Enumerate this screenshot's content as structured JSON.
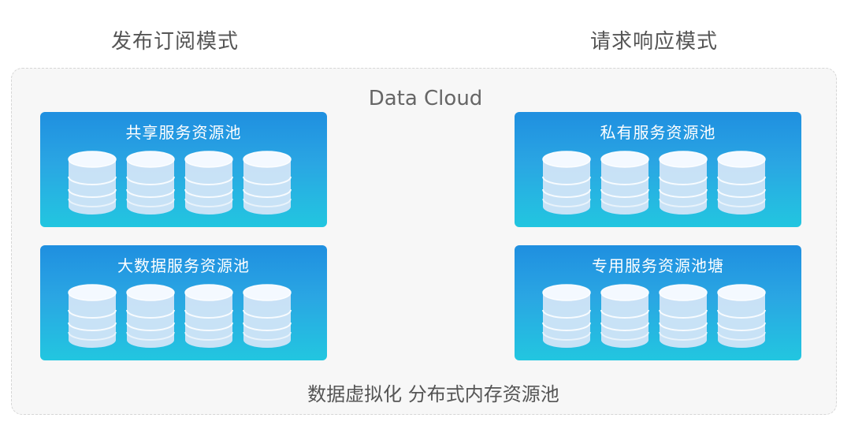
{
  "modes": {
    "left": "发布订阅模式",
    "right": "请求响应模式"
  },
  "cloud": {
    "title": "Data Cloud",
    "footer": "数据虚拟化 分布式内存资源池"
  },
  "pools": [
    {
      "label": "共享服务资源池",
      "databases": 4
    },
    {
      "label": "私有服务资源池",
      "databases": 4
    },
    {
      "label": "大数据服务资源池",
      "databases": 4
    },
    {
      "label": "专用服务资源池塘",
      "databases": 4
    }
  ],
  "colors": {
    "pool_top": "#1f8fe0",
    "pool_bottom": "#22c6e0",
    "database_fill": "#cde3f7",
    "database_top": "#f4f9ff"
  }
}
